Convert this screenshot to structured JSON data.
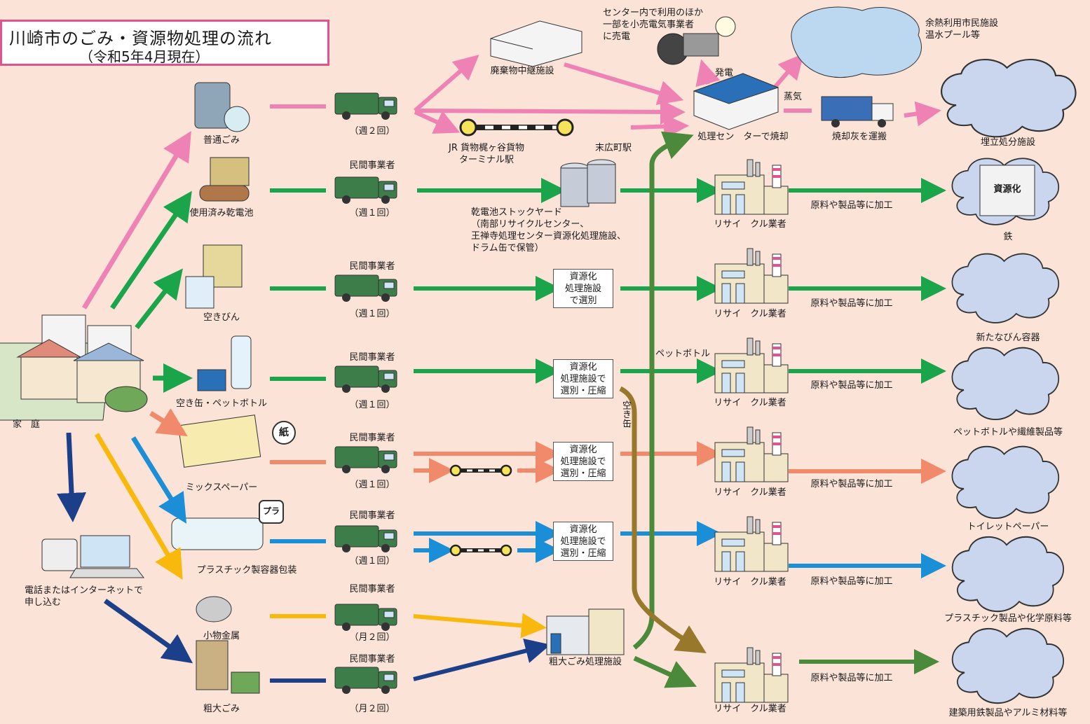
{
  "title": {
    "line1": "川崎市のごみ・資源物処理の流れ",
    "line2": "（令和5年4月現在）"
  },
  "household": {
    "label": "家　庭",
    "apply_label": "電話またはインターネットで\n申し込む"
  },
  "waste_types": {
    "ordinary": "普通ごみ",
    "batteries": "使用済み乾電池",
    "bottles": "空きびん",
    "cans_pet": "空き缶・ペットボトル",
    "mixed_paper": "ミックスペーパー",
    "plastic": "プラスチック製容器包装",
    "small_metal": "小物金属",
    "bulky": "粗大ごみ"
  },
  "marks": {
    "paper": "紙",
    "plastic": "プラ"
  },
  "collectors": {
    "private_operator": "民間事業者",
    "freq": [
      "（週２回）",
      "（週１回）",
      "（週１回）",
      "（週１回）",
      "（週１回）",
      "（週１回）",
      "（月２回）",
      "（月２回）"
    ]
  },
  "facilities": {
    "transfer": "廃棄物中継施設",
    "jr_terminal": "JR 貨物梶ヶ谷貨物\nターミナル駅",
    "suehiro_station": "末広町駅",
    "incineration": "処理セン　ターで焼却",
    "ash_transport": "焼却灰を運搬",
    "landfill": "埋立処分施設",
    "steam": "蒸気",
    "power": "発電",
    "power_note": "センター内で利用のほか\n一部を小売電気事業者\nに売電",
    "heat_note": "余熱利用市民施設\n温水プール等",
    "battery_yard": "乾電池ストックヤード\n（南部リサイクルセンター、\n王禅寺処理センター資源化処理施設、\nドラム缶で保管）",
    "sort_bottles": "資源化\n処理施設\nで選別",
    "sort_compress": "資源化\n処理施設で\n選別・圧縮",
    "bulky_plant": "粗大ごみ処理施設",
    "recycler": "リサイ　クル業者",
    "pet_bottle": "ペットボトル",
    "empty_cans": "空き缶"
  },
  "process_label": "原料や製品等に加工",
  "products": {
    "iron_badge": "資源化",
    "iron": "鉄",
    "new_bottles": "新たなびん容器",
    "pet_textile": "ペットボトルや繊維製品等",
    "toilet_paper": "トイレットペーパー",
    "plastic_chem": "プラスチック製品や化学原料等",
    "metal_building": "建築用鉄製品やアルミ材料等"
  },
  "colors": {
    "pink": "#ee82b4",
    "green": "#1aa54a",
    "salmon": "#f08a6a",
    "blue": "#1a8fd8",
    "yellow": "#f8b90c",
    "navy": "#1c3f8a",
    "olive": "#4a8a3a",
    "brown": "#98782a",
    "background": "#fbe3d7",
    "title_border": "#e0538f"
  }
}
